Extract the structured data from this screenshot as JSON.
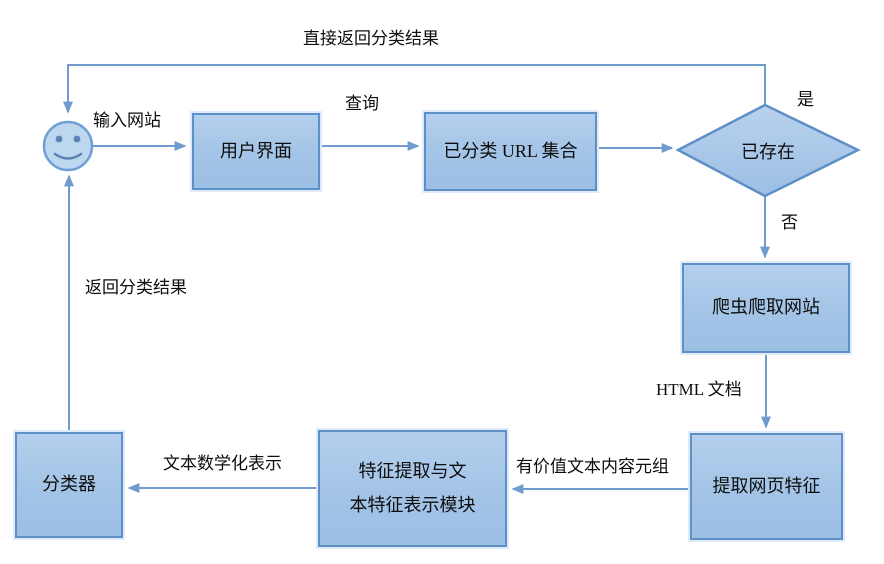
{
  "diagram": {
    "type": "flowchart",
    "nodes": {
      "user": {
        "kind": "smiley-face-start"
      },
      "ui": {
        "label": "用户界面"
      },
      "url_set": {
        "label": "已分类 URL 集合"
      },
      "exists_decision": {
        "label": "已存在"
      },
      "crawler": {
        "label": "爬虫爬取网站"
      },
      "extract_features": {
        "label": "提取网页特征"
      },
      "feature_module": {
        "label": "特征提取与文\n本特征表示模块"
      },
      "classifier": {
        "label": "分类器"
      }
    },
    "edge_labels": {
      "direct_return": "直接返回分类结果",
      "input_site": "输入网站",
      "query": "查询",
      "yes": "是",
      "no": "否",
      "html_doc": "HTML 文档",
      "valuable_tuple": "有价值文本内容元组",
      "math_repr": "文本数学化表示",
      "return_result": "返回分类结果"
    },
    "edges": [
      {
        "from": "user",
        "to": "ui",
        "label": "输入网站"
      },
      {
        "from": "ui",
        "to": "url_set",
        "label": "查询"
      },
      {
        "from": "url_set",
        "to": "exists_decision",
        "label": ""
      },
      {
        "from": "exists_decision",
        "to": "user",
        "label": "是 / 直接返回分类结果"
      },
      {
        "from": "exists_decision",
        "to": "crawler",
        "label": "否"
      },
      {
        "from": "crawler",
        "to": "extract_features",
        "label": "HTML 文档"
      },
      {
        "from": "extract_features",
        "to": "feature_module",
        "label": "有价值文本内容元组"
      },
      {
        "from": "feature_module",
        "to": "classifier",
        "label": "文本数学化表示"
      },
      {
        "from": "classifier",
        "to": "user",
        "label": "返回分类结果"
      }
    ],
    "colors": {
      "node_fill": "#a3c4e7",
      "node_border": "#5f8fc7",
      "connector": "#6f9bcd",
      "smiley_fill": "#bdd7ee",
      "text": "#0d0d0d",
      "background": "#ffffff"
    }
  }
}
